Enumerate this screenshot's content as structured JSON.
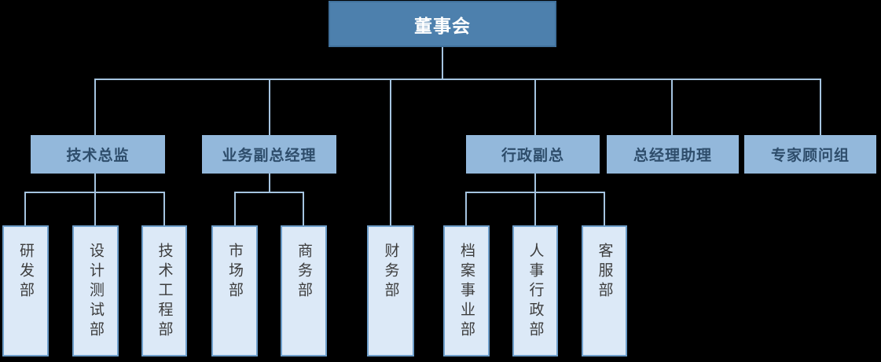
{
  "colors": {
    "background": "#000000",
    "root_fill": "#4d80ad",
    "root_border": "#40709b",
    "root_text": "#ffffff",
    "manager_fill": "#93b8db",
    "manager_text": "#2e4d6b",
    "department_fill": "#dce9f7",
    "department_border": "#6d9dc9",
    "department_text": "#3d3d3d",
    "connector_line": "#a5c4e0"
  },
  "org": {
    "root": {
      "label": "董事会",
      "children": [
        "技术总监",
        "业务副总经理",
        "财务部",
        "行政副总",
        "总经理助理",
        "专家顾问组"
      ]
    },
    "managers": [
      {
        "label": "技术总监",
        "children": [
          "研发部",
          "设计测试部",
          "技术工程部"
        ]
      },
      {
        "label": "业务副总经理",
        "children": [
          "市场部",
          "商务部"
        ]
      },
      {
        "label": "行政副总",
        "children": [
          "档案事业部",
          "人事行政部",
          "客服部"
        ]
      },
      {
        "label": "总经理助理",
        "children": []
      },
      {
        "label": "专家顾问组",
        "children": []
      }
    ],
    "departments": [
      {
        "label": "研发部"
      },
      {
        "label": "设计测试部"
      },
      {
        "label": "技术工程部"
      },
      {
        "label": "市场部"
      },
      {
        "label": "商务部"
      },
      {
        "label": "财务部"
      },
      {
        "label": "档案事业部"
      },
      {
        "label": "人事行政部"
      },
      {
        "label": "客服部"
      }
    ]
  }
}
